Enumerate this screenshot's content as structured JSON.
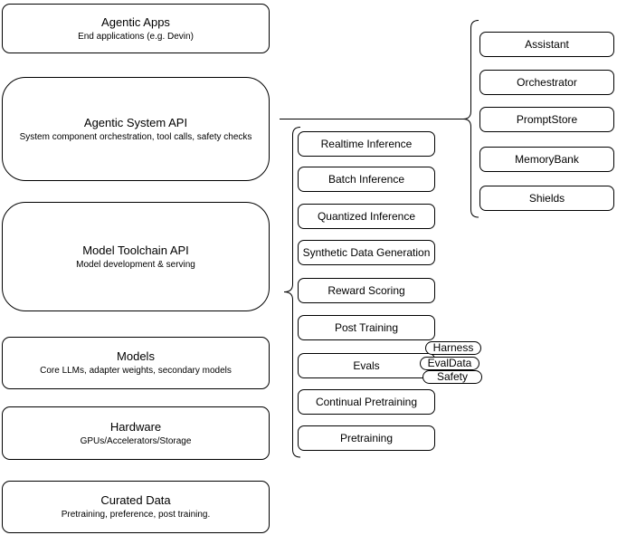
{
  "diagram": {
    "stack": [
      {
        "title": "Agentic Apps",
        "subtitle": "End applications (e.g. Devin)"
      },
      {
        "title": "Agentic System API",
        "subtitle": "System component orchestration, tool calls, safety checks"
      },
      {
        "title": "Model Toolchain API",
        "subtitle": "Model development & serving"
      },
      {
        "title": "Models",
        "subtitle": "Core LLMs, adapter weights, secondary models"
      },
      {
        "title": "Hardware",
        "subtitle": "GPUs/Accelerators/Storage"
      },
      {
        "title": "Curated Data",
        "subtitle": "Pretraining, preference, post training."
      }
    ],
    "toolchain": {
      "items": [
        "Realtime Inference",
        "Batch Inference",
        "Quantized Inference",
        "Synthetic Data Generation",
        "Reward Scoring",
        "Post Training",
        "Evals",
        "Continual Pretraining",
        "Pretraining"
      ]
    },
    "eval_badges": [
      "Harness",
      "EvalData",
      "Safety"
    ],
    "system_components": [
      "Assistant",
      "Orchestrator",
      "PromptStore",
      "MemoryBank",
      "Shields"
    ]
  },
  "colors": {
    "background": "#ffffff",
    "node_fill": "#ffffff",
    "node_stroke": "#000000",
    "text": "#000000"
  }
}
